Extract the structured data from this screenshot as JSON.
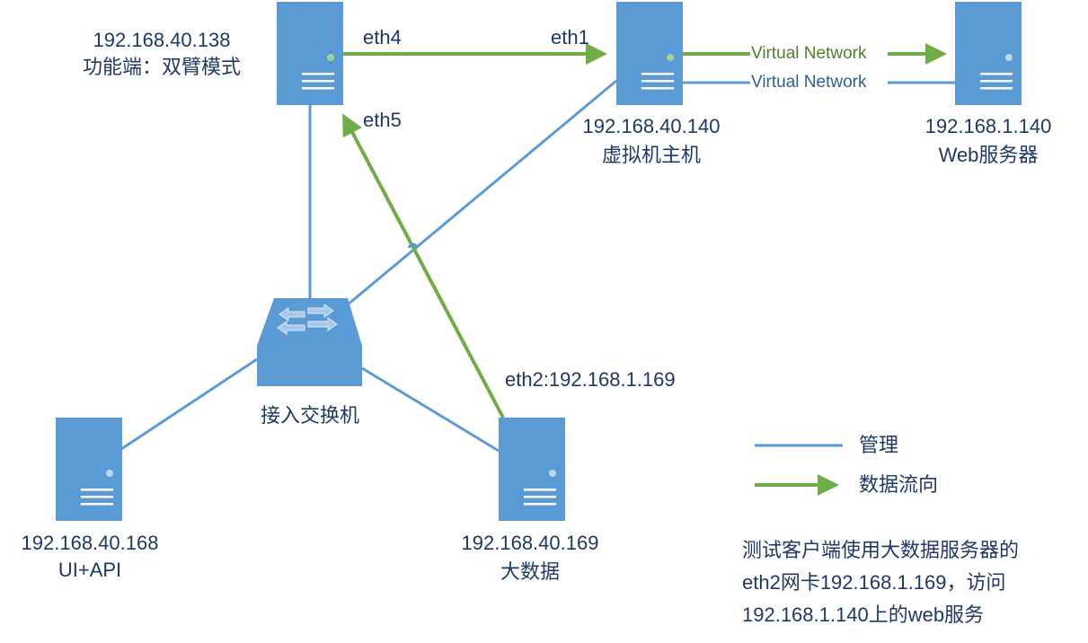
{
  "colors": {
    "management": "#5b9bd5",
    "dataflow": "#70ad47",
    "server_fill": "#5b9bd5",
    "text": "#1f3864"
  },
  "nodes": {
    "dualarm": {
      "ip": "192.168.40.138",
      "name": "功能端：双臂模式",
      "icon": "server-icon"
    },
    "vmhost": {
      "ip": "192.168.40.140",
      "name": "虚拟机主机",
      "icon": "server-icon"
    },
    "web": {
      "ip": "192.168.1.140",
      "name": "Web服务器",
      "icon": "server-icon"
    },
    "switch": {
      "name": "接入交换机",
      "icon": "switch-icon"
    },
    "uiapi": {
      "ip": "192.168.40.168",
      "name": "UI+API",
      "icon": "server-icon"
    },
    "bigdata": {
      "ip": "192.168.40.169",
      "name": "大数据",
      "icon": "server-icon"
    }
  },
  "links": {
    "eth4": "eth4",
    "eth1": "eth1",
    "eth5": "eth5",
    "eth2": "eth2:192.168.1.169",
    "virtual_data": "Virtual Network",
    "virtual_mgmt": "Virtual Network"
  },
  "legend": {
    "management": "管理",
    "dataflow": "数据流向"
  },
  "note": {
    "line1": "测试客户端使用大数据服务器的",
    "line2": "eth2网卡192.168.1.169，访问",
    "line3": "192.168.1.140上的web服务"
  }
}
